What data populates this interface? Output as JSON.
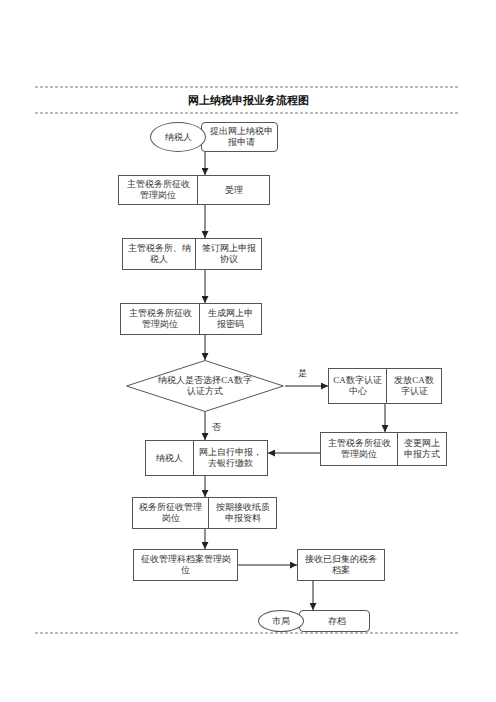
{
  "diagram": {
    "title": "网上纳税申报业务流程图",
    "nodes": [
      {
        "text": [
          "纳税人",
          "提出网上纳税申报申请"
        ]
      },
      {
        "text": [
          "主管税务所征收管理岗位",
          "受理"
        ]
      },
      {
        "text": [
          "主管税务所、纳税人",
          "签订网上申报协议"
        ]
      },
      {
        "text": [
          "主管税务所征收管理岗位",
          "生成网上申报密码"
        ]
      },
      {
        "text": [
          "纳税人是否选择CA数字认证方式"
        ]
      },
      {
        "text": [
          "CA数字认证中心",
          "发放CA数字认证"
        ]
      },
      {
        "text": [
          "主管税务所征收管理岗位",
          "变更网上申报方式"
        ]
      },
      {
        "text": [
          "纳税人",
          "网上自行申报，去银行缴款"
        ]
      },
      {
        "text": [
          "税务所征收管理岗位",
          "按期接收纸质申报资料"
        ]
      },
      {
        "text": [
          "征收管理科档案管理岗位"
        ]
      },
      {
        "text": [
          "接收已归集的税务档案"
        ]
      },
      {
        "text": [
          "市局",
          "存档"
        ]
      }
    ],
    "edges": [
      {
        "from": 0,
        "to": 1,
        "arrow": "to"
      },
      {
        "from": 1,
        "to": 2,
        "arrow": "to"
      },
      {
        "from": 2,
        "to": 3,
        "arrow": "to"
      },
      {
        "from": 3,
        "to": 4,
        "arrow": "to"
      },
      {
        "from": 4,
        "to": 5,
        "label": "是",
        "arrow": "to"
      },
      {
        "from": 4,
        "to": 7,
        "label": "否",
        "arrow": "to"
      },
      {
        "from": 5,
        "to": 6,
        "arrow": "to"
      },
      {
        "from": 6,
        "to": 7,
        "arrow": "to"
      },
      {
        "from": 7,
        "to": 8,
        "arrow": "to"
      },
      {
        "from": 8,
        "to": 9,
        "arrow": "to"
      },
      {
        "from": 9,
        "to": 10,
        "arrow": "to"
      },
      {
        "from": 10,
        "to": 11,
        "arrow": "to"
      }
    ]
  }
}
